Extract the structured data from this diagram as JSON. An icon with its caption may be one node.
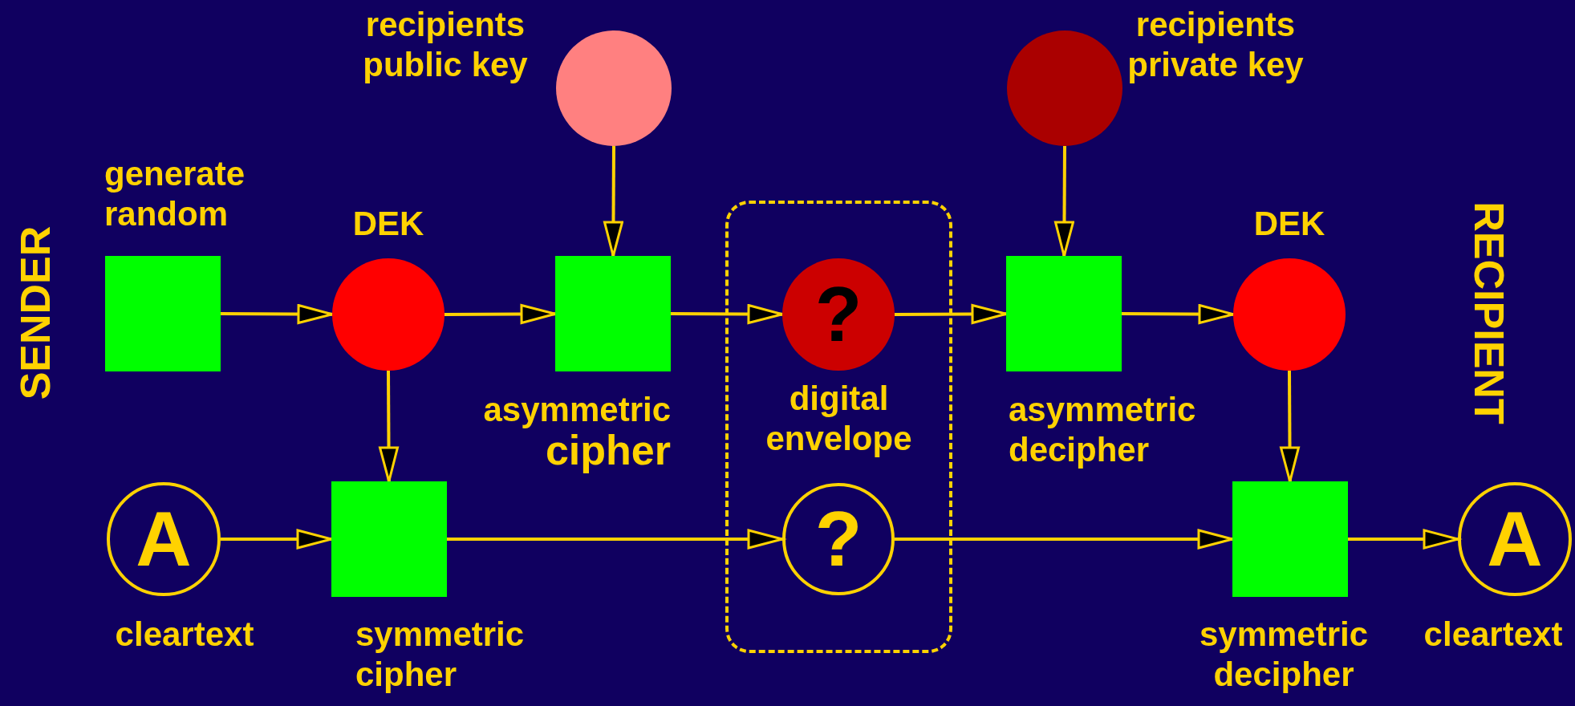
{
  "diagram": {
    "nodes": [
      {
        "text": [],
        "shape": "box",
        "beside": [
          "generate random"
        ]
      },
      {
        "text": [],
        "shape": "circle",
        "beside": [
          "DEK"
        ]
      },
      {
        "text": [],
        "shape": "circle",
        "beside": [
          "recipients public key"
        ]
      },
      {
        "text": [],
        "shape": "box",
        "beside": [
          "asymmetric **cipher**"
        ]
      },
      {
        "text": [
          "digital envelope"
        ]
      },
      {
        "text": [
          "?"
        ],
        "in": 4
      },
      {
        "text": [],
        "shape": "circle",
        "beside": [
          "recipients private key"
        ]
      },
      {
        "text": [],
        "shape": "box",
        "beside": [
          "asymmetric decipher"
        ]
      },
      {
        "text": [],
        "shape": "circle",
        "beside": [
          "DEK"
        ]
      },
      {
        "text": [
          "A"
        ],
        "beside": [
          "cleartext"
        ]
      },
      {
        "text": [],
        "shape": "box",
        "beside": [
          "symmetric cipher"
        ]
      },
      {
        "text": [
          "?"
        ],
        "in": 4
      },
      {
        "text": [],
        "shape": "box",
        "beside": [
          "symmetric decipher"
        ]
      },
      {
        "text": [
          "A"
        ],
        "beside": [
          "cleartext"
        ]
      }
    ],
    "edges": [
      {
        "from": 0,
        "to": 1,
        "arrow": "to"
      },
      {
        "from": 1,
        "to": 3,
        "arrow": "to"
      },
      {
        "from": 2,
        "to": 3,
        "arrow": "to"
      },
      {
        "from": 3,
        "to": 5,
        "arrow": "to"
      },
      {
        "from": 5,
        "to": 7,
        "arrow": "to"
      },
      {
        "from": 6,
        "to": 7,
        "arrow": "to"
      },
      {
        "from": 7,
        "to": 8,
        "arrow": "to"
      },
      {
        "from": 8,
        "to": 12,
        "arrow": "to"
      },
      {
        "from": 1,
        "to": 10,
        "arrow": "to"
      },
      {
        "from": 9,
        "to": 10,
        "arrow": "to"
      },
      {
        "from": 10,
        "to": 11,
        "arrow": "to"
      },
      {
        "from": 11,
        "to": 12,
        "arrow": "to"
      },
      {
        "from": 12,
        "to": 13,
        "arrow": "to"
      }
    ],
    "labels": [
      "SENDER",
      "RECIPIENT"
    ]
  }
}
